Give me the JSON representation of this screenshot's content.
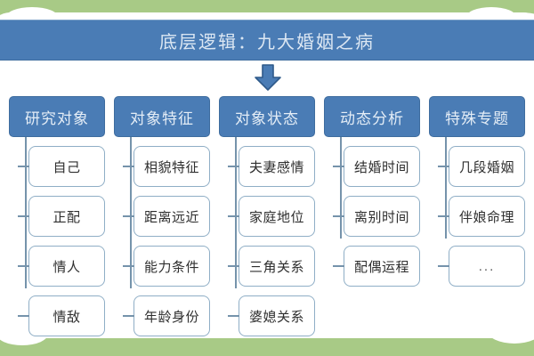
{
  "banner": {
    "title": "底层逻辑：九大婚姻之病",
    "arrow_icon": "arrow-down-icon"
  },
  "theme": {
    "backdrop_green": "#a8ca86",
    "header_blue": "#4a7cb5",
    "header_blue_border": "#3f6d9f",
    "title_text": "#dce7f3",
    "item_border": "#8faec6",
    "connector": "#7593ab",
    "item_text": "#2f2f2f",
    "sheet_white": "#ffffff"
  },
  "columns": [
    {
      "header": "研究对象",
      "items": [
        "自己",
        "正配",
        "情人",
        "情敌"
      ]
    },
    {
      "header": "对象特征",
      "items": [
        "相貌特征",
        "距离远近",
        "能力条件",
        "年龄身份"
      ]
    },
    {
      "header": "对象状态",
      "items": [
        "夫妻感情",
        "家庭地位",
        "三角关系",
        "婆媳关系"
      ]
    },
    {
      "header": "动态分析",
      "items": [
        "结婚时间",
        "离别时间",
        "配偶运程"
      ]
    },
    {
      "header": "特殊专题",
      "items": [
        "几段婚姻",
        "伴娘命理",
        "..."
      ]
    }
  ]
}
